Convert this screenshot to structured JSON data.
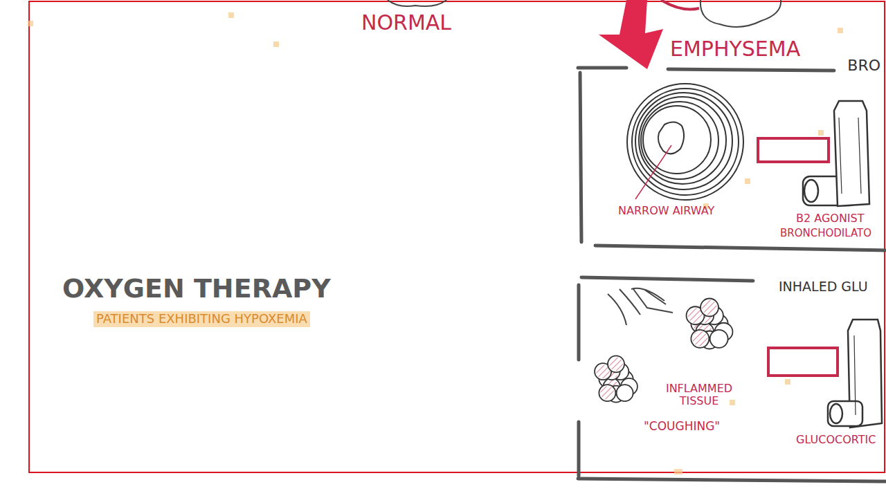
{
  "diagram": {
    "nodes": [
      {
        "text": [
          "BRO"
        ]
      },
      {
        "text": [
          "INHALED GLU"
        ]
      }
    ],
    "labels": [
      "NORMAL",
      "EMPHYSEMA",
      "NARROW AIRWAY",
      "B2 AGONIST",
      "BRONCHODILATO",
      "OXYGEN THERAPY",
      "PATIENTS EXHIBITING HYPOXEMIA",
      "INFLAMMED TISSUE",
      "\"COUGHING\"",
      "GLUCOCORTIC"
    ]
  }
}
